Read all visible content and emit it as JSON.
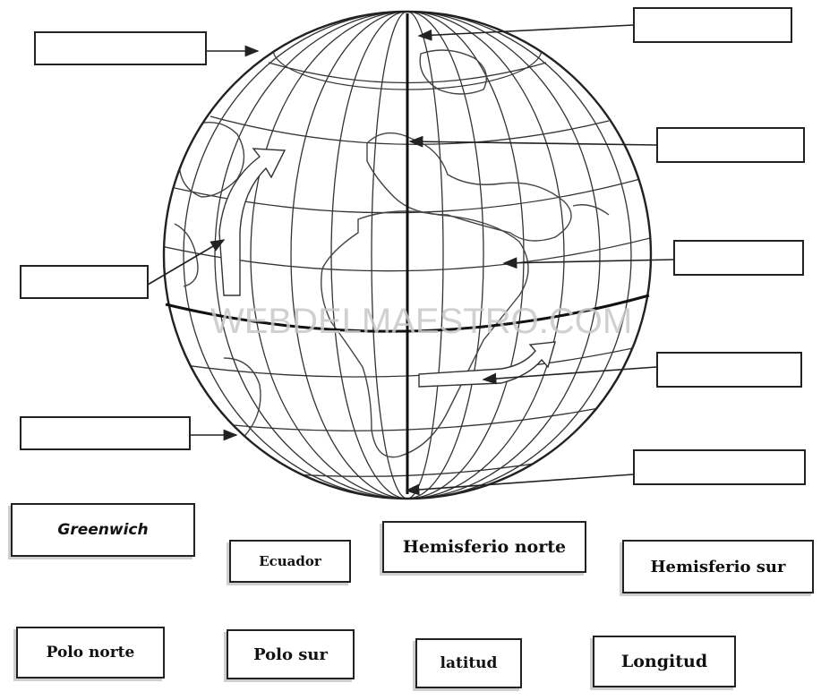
{
  "labels": {
    "watermark": "WEBDELMAESTRO.COM"
  },
  "word_bank": [
    "Greenwich",
    "Ecuador",
    "Hemisferio norte",
    "Hemisferio sur",
    "Polo norte",
    "Polo sur",
    "latitud",
    "Longitud"
  ],
  "colors": {
    "ink": "#222222",
    "watermark": "#c8c8c8"
  }
}
